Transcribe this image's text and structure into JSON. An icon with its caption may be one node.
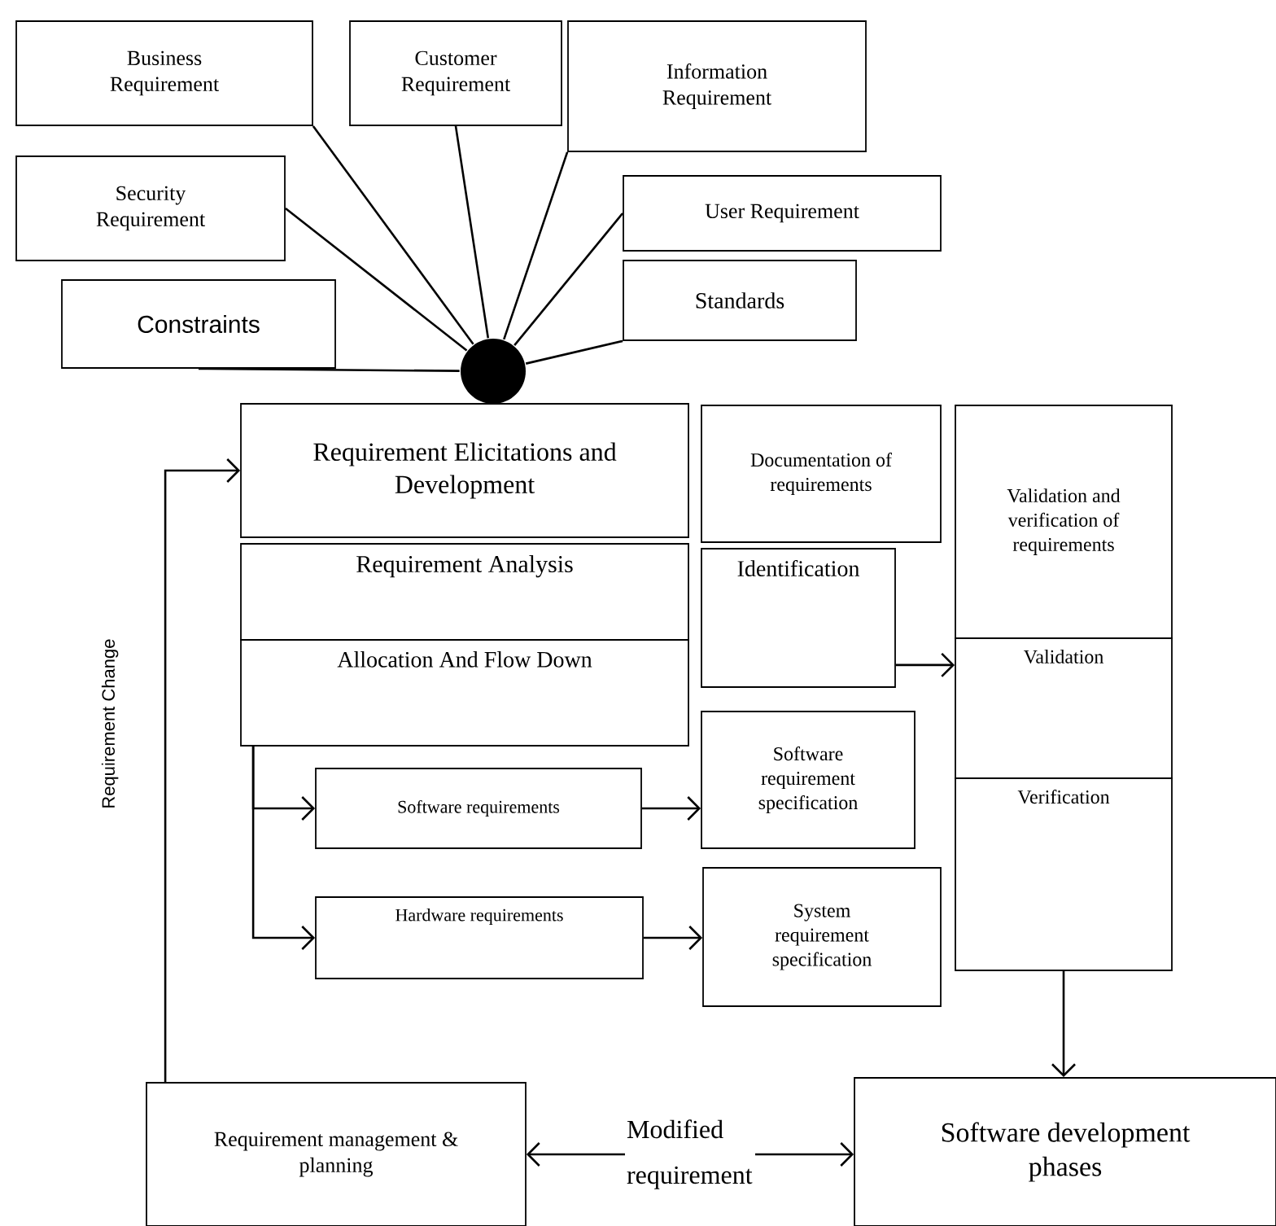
{
  "diagram": {
    "nodes": [
      {
        "text": [
          "Business Requirement"
        ]
      },
      {
        "text": [
          "Customer Requirement"
        ]
      },
      {
        "text": [
          "Information Requirement"
        ]
      },
      {
        "text": [
          "Security Requirement"
        ]
      },
      {
        "text": [
          "User Requirement"
        ]
      },
      {
        "text": [
          "Constraints"
        ]
      },
      {
        "text": [
          "Standards"
        ]
      },
      {
        "text": [],
        "shape": "circle"
      },
      {
        "text": [
          "Requirement Elicitations and Development"
        ]
      },
      {
        "text": [
          "Requirement Analysis"
        ]
      },
      {
        "text": [
          "Allocation And Flow Down"
        ]
      },
      {
        "text": [
          "Documentation of requirements"
        ]
      },
      {
        "text": [
          "Identification"
        ]
      },
      {
        "text": [
          "Validation and verification of requirements"
        ]
      },
      {
        "text": [
          "Validation"
        ]
      },
      {
        "text": [
          "Verification"
        ]
      },
      {
        "text": [
          "Software requirements"
        ]
      },
      {
        "text": [
          "Software requirement specification"
        ]
      },
      {
        "text": [
          "Hardware requirements"
        ]
      },
      {
        "text": [
          "System requirement specification"
        ]
      },
      {
        "text": [
          "Requirement management & planning"
        ]
      },
      {
        "text": [
          "Software development phases"
        ]
      }
    ],
    "edges": [
      {
        "from": 0,
        "to": 7,
        "arrow": "none"
      },
      {
        "from": 1,
        "to": 7,
        "arrow": "none"
      },
      {
        "from": 2,
        "to": 7,
        "arrow": "none"
      },
      {
        "from": 3,
        "to": 7,
        "arrow": "none"
      },
      {
        "from": 4,
        "to": 7,
        "arrow": "none"
      },
      {
        "from": 5,
        "to": 7,
        "arrow": "none"
      },
      {
        "from": 6,
        "to": 7,
        "arrow": "none"
      },
      {
        "from": 10,
        "to": 16,
        "arrow": "to"
      },
      {
        "from": 10,
        "to": 18,
        "arrow": "to"
      },
      {
        "from": 16,
        "to": 17,
        "arrow": "to"
      },
      {
        "from": 18,
        "to": 19,
        "arrow": "to"
      },
      {
        "from": 12,
        "to": 14,
        "arrow": "to"
      },
      {
        "from": 15,
        "to": 21,
        "arrow": "to"
      },
      {
        "from": 20,
        "to": 21,
        "arrow": "both",
        "label": "Modified requirement"
      },
      {
        "from": 20,
        "to": 8,
        "arrow": "to",
        "label": "Requirement Change"
      }
    ]
  }
}
